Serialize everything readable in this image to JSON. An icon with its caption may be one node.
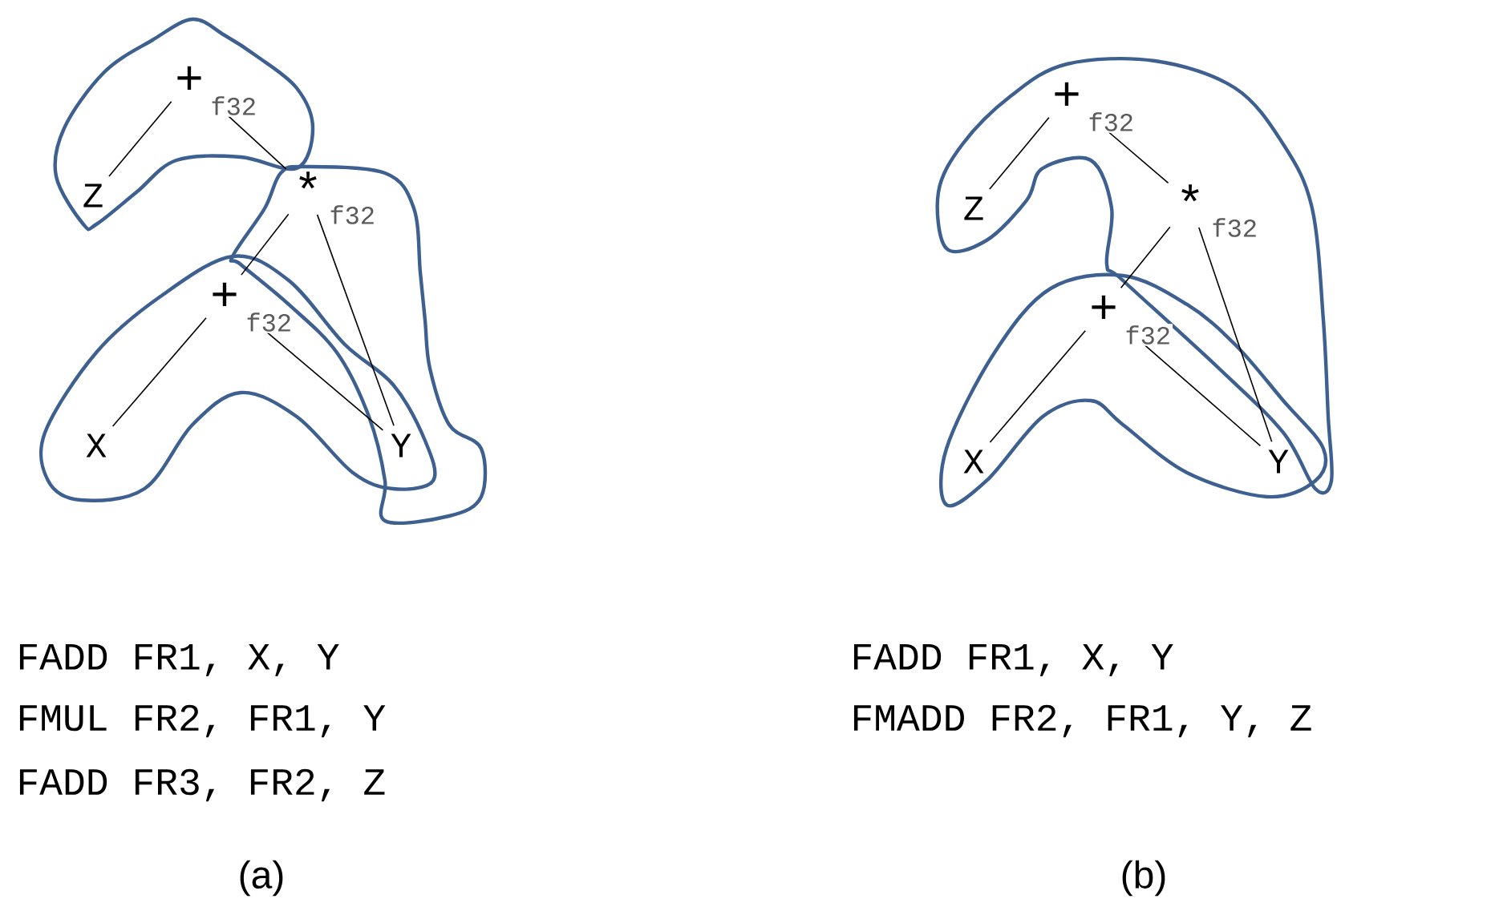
{
  "diagram": {
    "nodes": [
      {
        "text": [
          "+"
        ],
        "beside": [
          "f32"
        ]
      },
      {
        "text": [
          "Z"
        ]
      },
      {
        "text": [
          "*"
        ],
        "beside": [
          "f32"
        ]
      },
      {
        "text": [
          "+"
        ],
        "beside": [
          "f32"
        ]
      },
      {
        "text": [
          "X"
        ]
      },
      {
        "text": [
          "Y"
        ]
      },
      {
        "text": [
          "+"
        ],
        "beside": [
          "f32"
        ]
      },
      {
        "text": [
          "Z"
        ]
      },
      {
        "text": [
          "*"
        ],
        "beside": [
          "f32"
        ]
      },
      {
        "text": [
          "+"
        ],
        "beside": [
          "f32"
        ]
      },
      {
        "text": [
          "X"
        ]
      },
      {
        "text": [
          "Y"
        ]
      }
    ],
    "edges": [
      {
        "from": 0,
        "to": 1,
        "arrow": "none"
      },
      {
        "from": 0,
        "to": 2,
        "arrow": "none"
      },
      {
        "from": 2,
        "to": 3,
        "arrow": "none"
      },
      {
        "from": 2,
        "to": 5,
        "arrow": "none"
      },
      {
        "from": 3,
        "to": 4,
        "arrow": "none"
      },
      {
        "from": 3,
        "to": 5,
        "arrow": "none"
      },
      {
        "from": 6,
        "to": 7,
        "arrow": "none"
      },
      {
        "from": 6,
        "to": 8,
        "arrow": "none"
      },
      {
        "from": 8,
        "to": 9,
        "arrow": "none"
      },
      {
        "from": 8,
        "to": 11,
        "arrow": "none"
      },
      {
        "from": 9,
        "to": 10,
        "arrow": "none"
      },
      {
        "from": 9,
        "to": 11,
        "arrow": "none"
      }
    ],
    "labels": [
      "FADD FR1, X, Y",
      "FMUL FR2, FR1, Y",
      "FADD FR3, FR2, Z",
      "FADD FR1, X, Y",
      "FMADD FR2, FR1, Y, Z",
      "(a)",
      "(b)"
    ]
  }
}
